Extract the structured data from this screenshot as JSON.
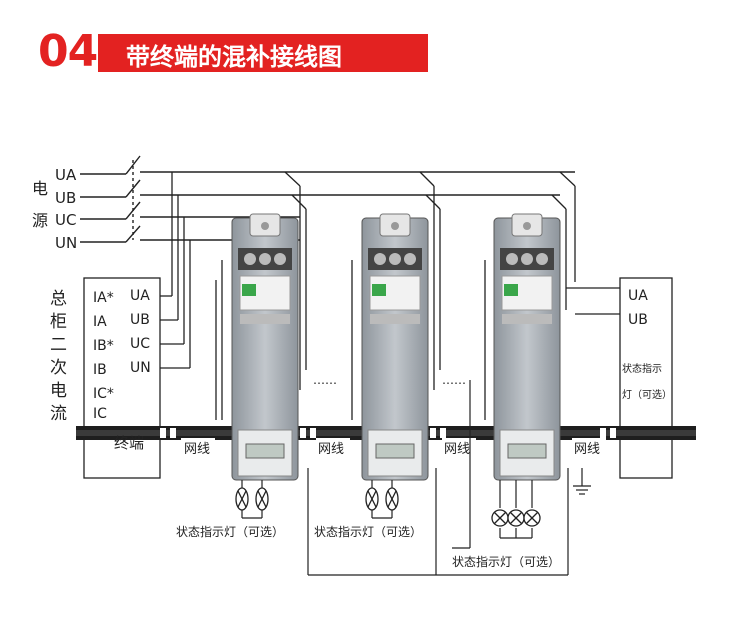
{
  "header": {
    "number": "04",
    "title": "带终端的混补接线图"
  },
  "power": {
    "side_label": [
      "电",
      "源"
    ],
    "lines": [
      "UA",
      "UB",
      "UC",
      "UN"
    ]
  },
  "main_box": {
    "side_label": [
      "总",
      "柜",
      "二",
      "次",
      "电",
      "流"
    ],
    "currents": [
      "IA*",
      "IA",
      "IB*",
      "IB",
      "IC*",
      "IC"
    ],
    "voltages": [
      "UA",
      "UB",
      "UC",
      "UN"
    ],
    "terminal": "终端"
  },
  "network": {
    "label": "网线",
    "dots": "……"
  },
  "indicator": {
    "label": "状态指示灯（可选）"
  },
  "end_box": {
    "lines": [
      "UA",
      "UB"
    ],
    "indicator_text": [
      "状态指示",
      "灯（可选）"
    ]
  }
}
